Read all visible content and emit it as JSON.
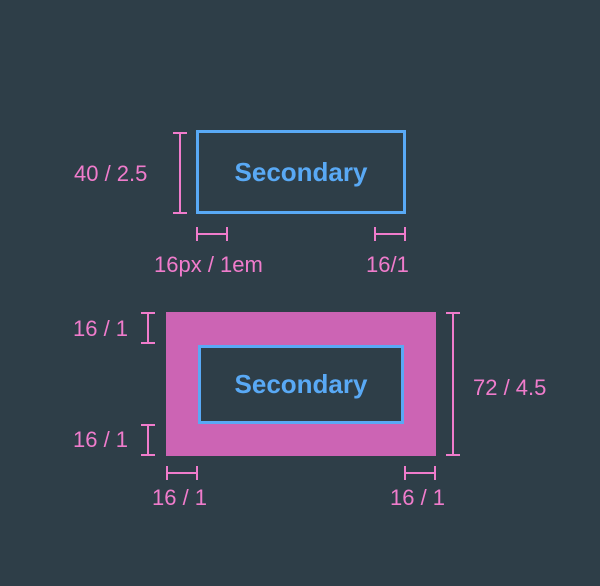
{
  "top_diagram": {
    "button_label": "Secondary",
    "height_label": "40 / 2.5",
    "left_padding_label": "16px / 1em",
    "right_padding_label": "16/1"
  },
  "bottom_diagram": {
    "button_label": "Secondary",
    "top_left_label": "16 / 1",
    "bottom_left_label": "16 / 1",
    "height_label": "72 / 4.5",
    "left_padding_label": "16 / 1",
    "right_padding_label": "16 / 1"
  },
  "colors": {
    "background": "#2e3e48",
    "button_accent": "#59a9f5",
    "measure": "#f07ccc",
    "padding_fill": "#cc64b4"
  }
}
